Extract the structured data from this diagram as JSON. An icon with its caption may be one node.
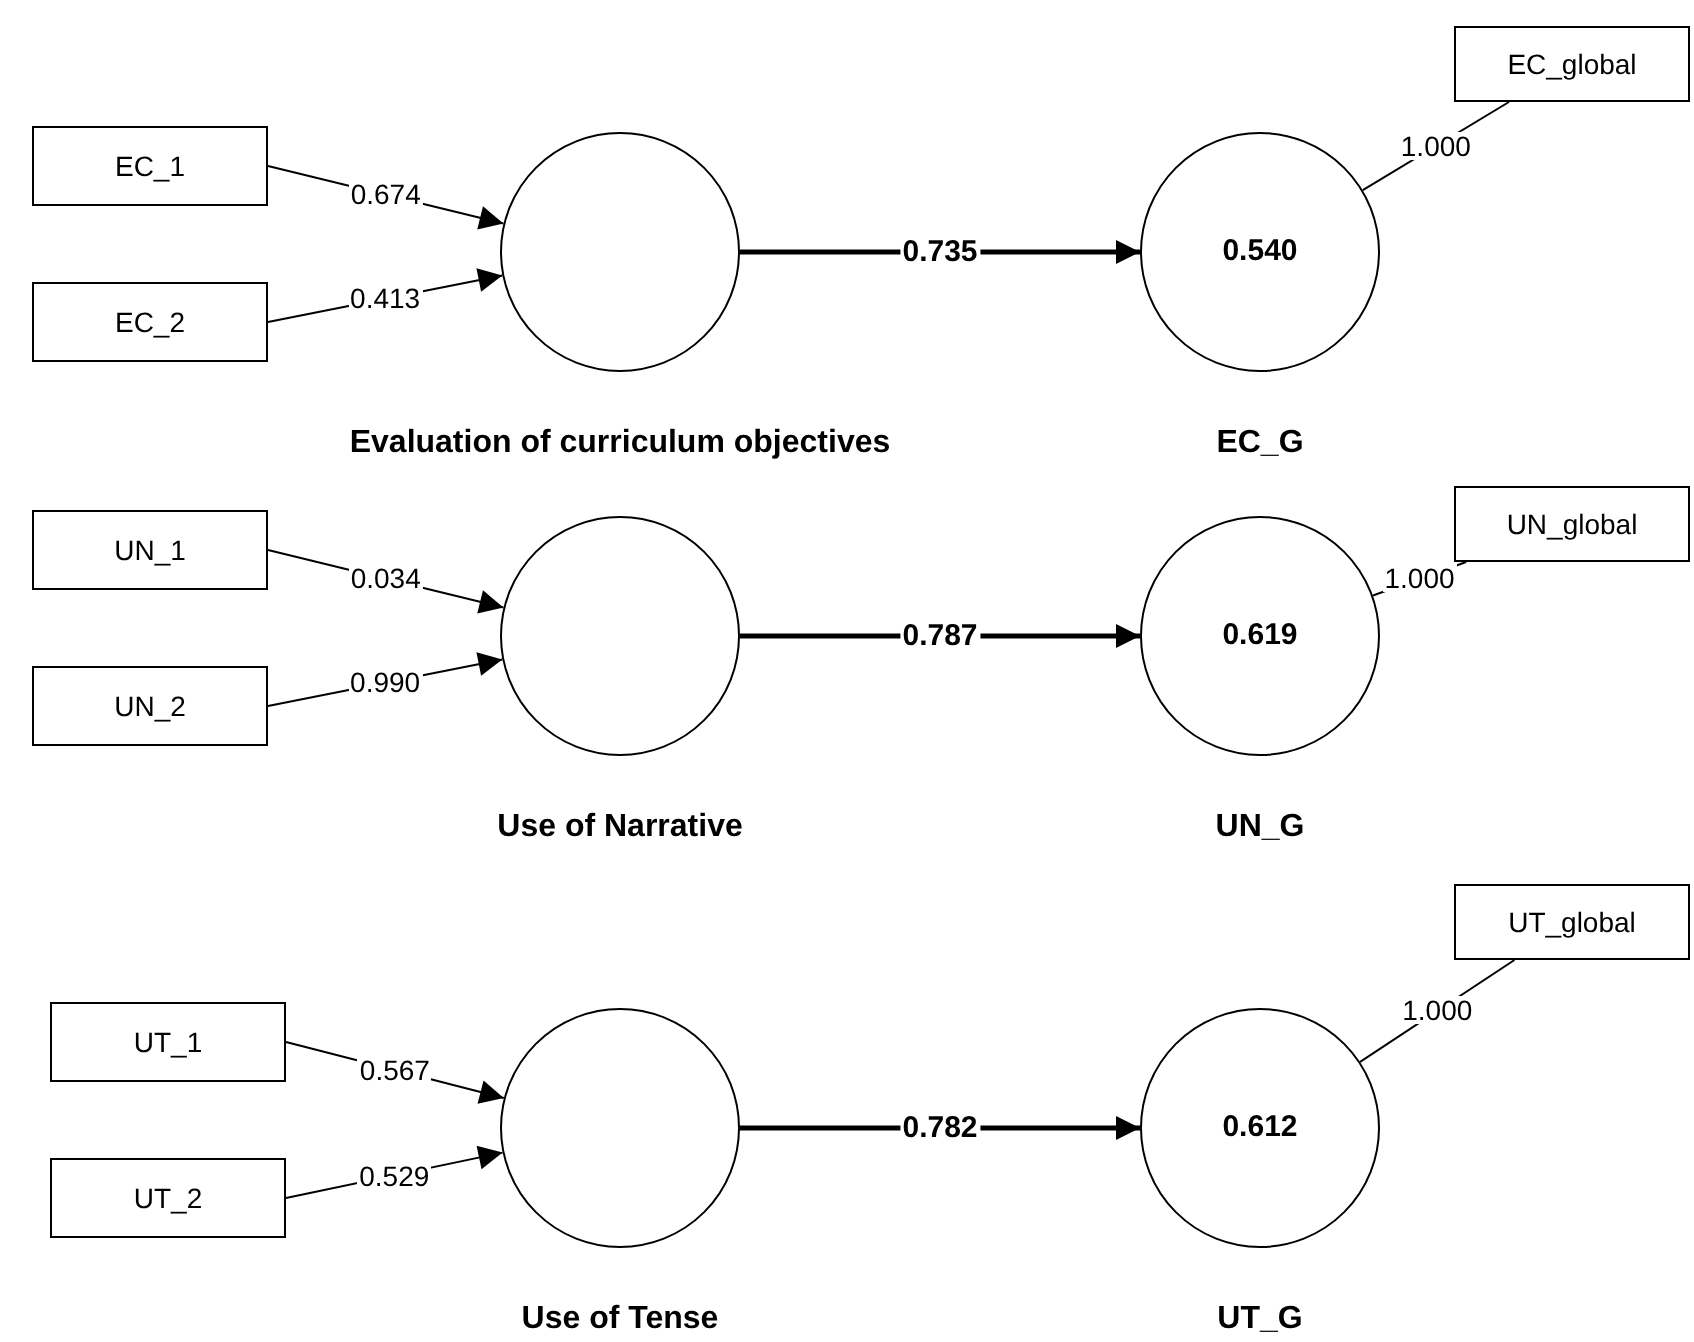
{
  "diagram": {
    "nodes": [
      {
        "text": [
          "EC_1"
        ]
      },
      {
        "text": [
          "EC_2"
        ]
      },
      {
        "text": [],
        "shape": "circle",
        "beside": [
          "Evaluation of curriculum objectives"
        ]
      },
      {
        "text": [
          "0.540"
        ],
        "beside": [
          "EC_G"
        ]
      },
      {
        "text": [
          "EC_global"
        ]
      },
      {
        "text": [
          "UN_1"
        ]
      },
      {
        "text": [
          "UN_2"
        ]
      },
      {
        "text": [],
        "shape": "circle",
        "beside": [
          "Use of Narrative"
        ]
      },
      {
        "text": [
          "0.619"
        ],
        "beside": [
          "UN_G"
        ]
      },
      {
        "text": [
          "UN_global"
        ]
      },
      {
        "text": [
          "UT_1"
        ]
      },
      {
        "text": [
          "UT_2"
        ]
      },
      {
        "text": [],
        "shape": "circle",
        "beside": [
          "Use of Tense"
        ]
      },
      {
        "text": [
          "0.612"
        ],
        "beside": [
          "UT_G"
        ]
      },
      {
        "text": [
          "UT_global"
        ]
      }
    ],
    "edges": [
      {
        "from": 0,
        "to": 2,
        "arrow": "to",
        "label": "0.674"
      },
      {
        "from": 1,
        "to": 2,
        "arrow": "to",
        "label": "0.413"
      },
      {
        "from": 2,
        "to": 3,
        "arrow": "to",
        "label": "0.735",
        "style": "thick"
      },
      {
        "from": 3,
        "to": 4,
        "arrow": "none",
        "label": "1.000"
      },
      {
        "from": 5,
        "to": 7,
        "arrow": "to",
        "label": "0.034"
      },
      {
        "from": 6,
        "to": 7,
        "arrow": "to",
        "label": "0.990"
      },
      {
        "from": 7,
        "to": 8,
        "arrow": "to",
        "label": "0.787",
        "style": "thick"
      },
      {
        "from": 8,
        "to": 9,
        "arrow": "none",
        "label": "1.000"
      },
      {
        "from": 10,
        "to": 12,
        "arrow": "to",
        "label": "0.567"
      },
      {
        "from": 11,
        "to": 12,
        "arrow": "to",
        "label": "0.529"
      },
      {
        "from": 12,
        "to": 13,
        "arrow": "to",
        "label": "0.782",
        "style": "thick"
      },
      {
        "from": 13,
        "to": 14,
        "arrow": "none",
        "label": "1.000"
      }
    ]
  }
}
